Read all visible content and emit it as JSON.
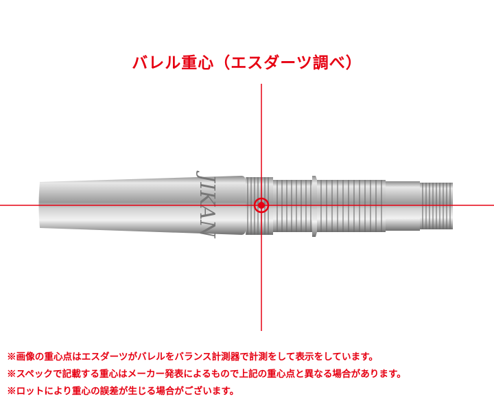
{
  "title": "バレル重心（エスダーツ調べ）",
  "logo_text": "JIKAN",
  "colors": {
    "accent": "#e60012",
    "barrel": "#b8b8b8"
  },
  "notes": [
    "※画像の重心点はエスダーツがバレルをバランス計測器で計測をして表示をしています。",
    "※スペックで記載する重心はメーカー発表によるもので上記の重心点と異なる場合があります。",
    "※ロットにより重心の誤差が生じる場合がございます。"
  ]
}
